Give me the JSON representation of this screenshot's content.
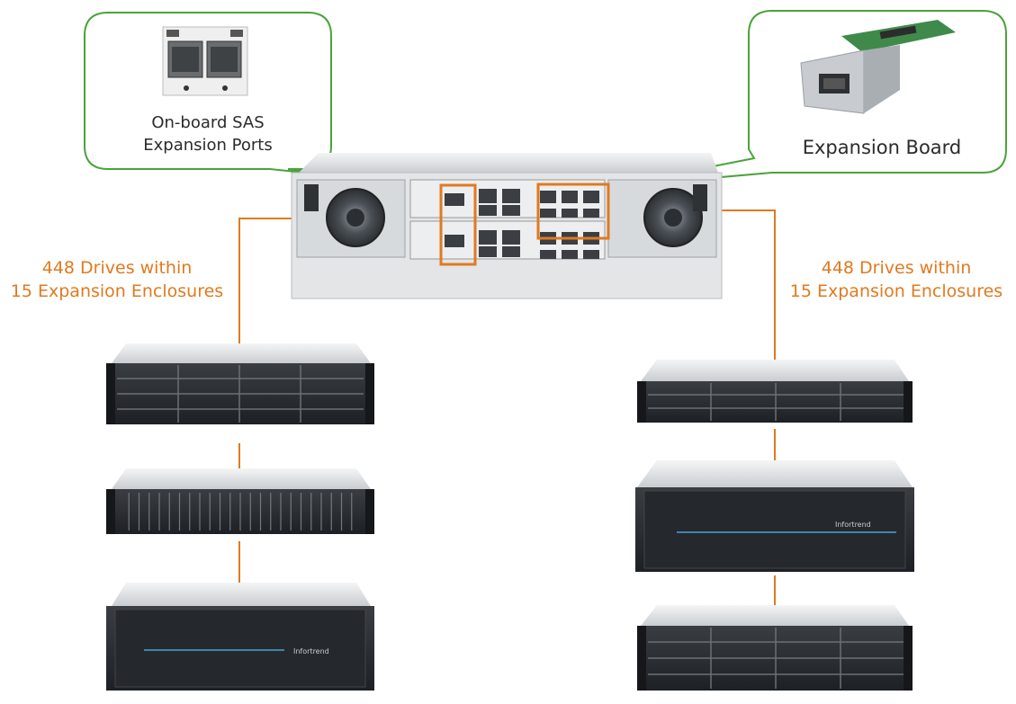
{
  "colors": {
    "accent_orange": "#e07a1f",
    "bubble_border": "#4aa33a",
    "chassis_silver": "#d9dcdf",
    "front_panel_dark": "#2a2d31",
    "blue_accent": "#4aa3d6"
  },
  "callouts": {
    "left": {
      "line1": "On-board SAS",
      "line2": "Expansion Ports",
      "icon": "sas-port-icon"
    },
    "right": {
      "line1": "Expansion Board",
      "icon": "expansion-board-icon"
    }
  },
  "side_labels": {
    "left": {
      "line1": "448 Drives within",
      "line2": "15 Expansion Enclosures"
    },
    "right": {
      "line1": "448 Drives within",
      "line2": "15 Expansion Enclosures"
    }
  },
  "enclosures": {
    "left": [
      "3U 16-bay enclosure",
      "2U 24-bay enclosure",
      "4U enclosure"
    ],
    "right": [
      "2U 12-bay enclosure",
      "4U enclosure",
      "3U 16-bay enclosure"
    ],
    "brand_badge": "Infortrend"
  }
}
